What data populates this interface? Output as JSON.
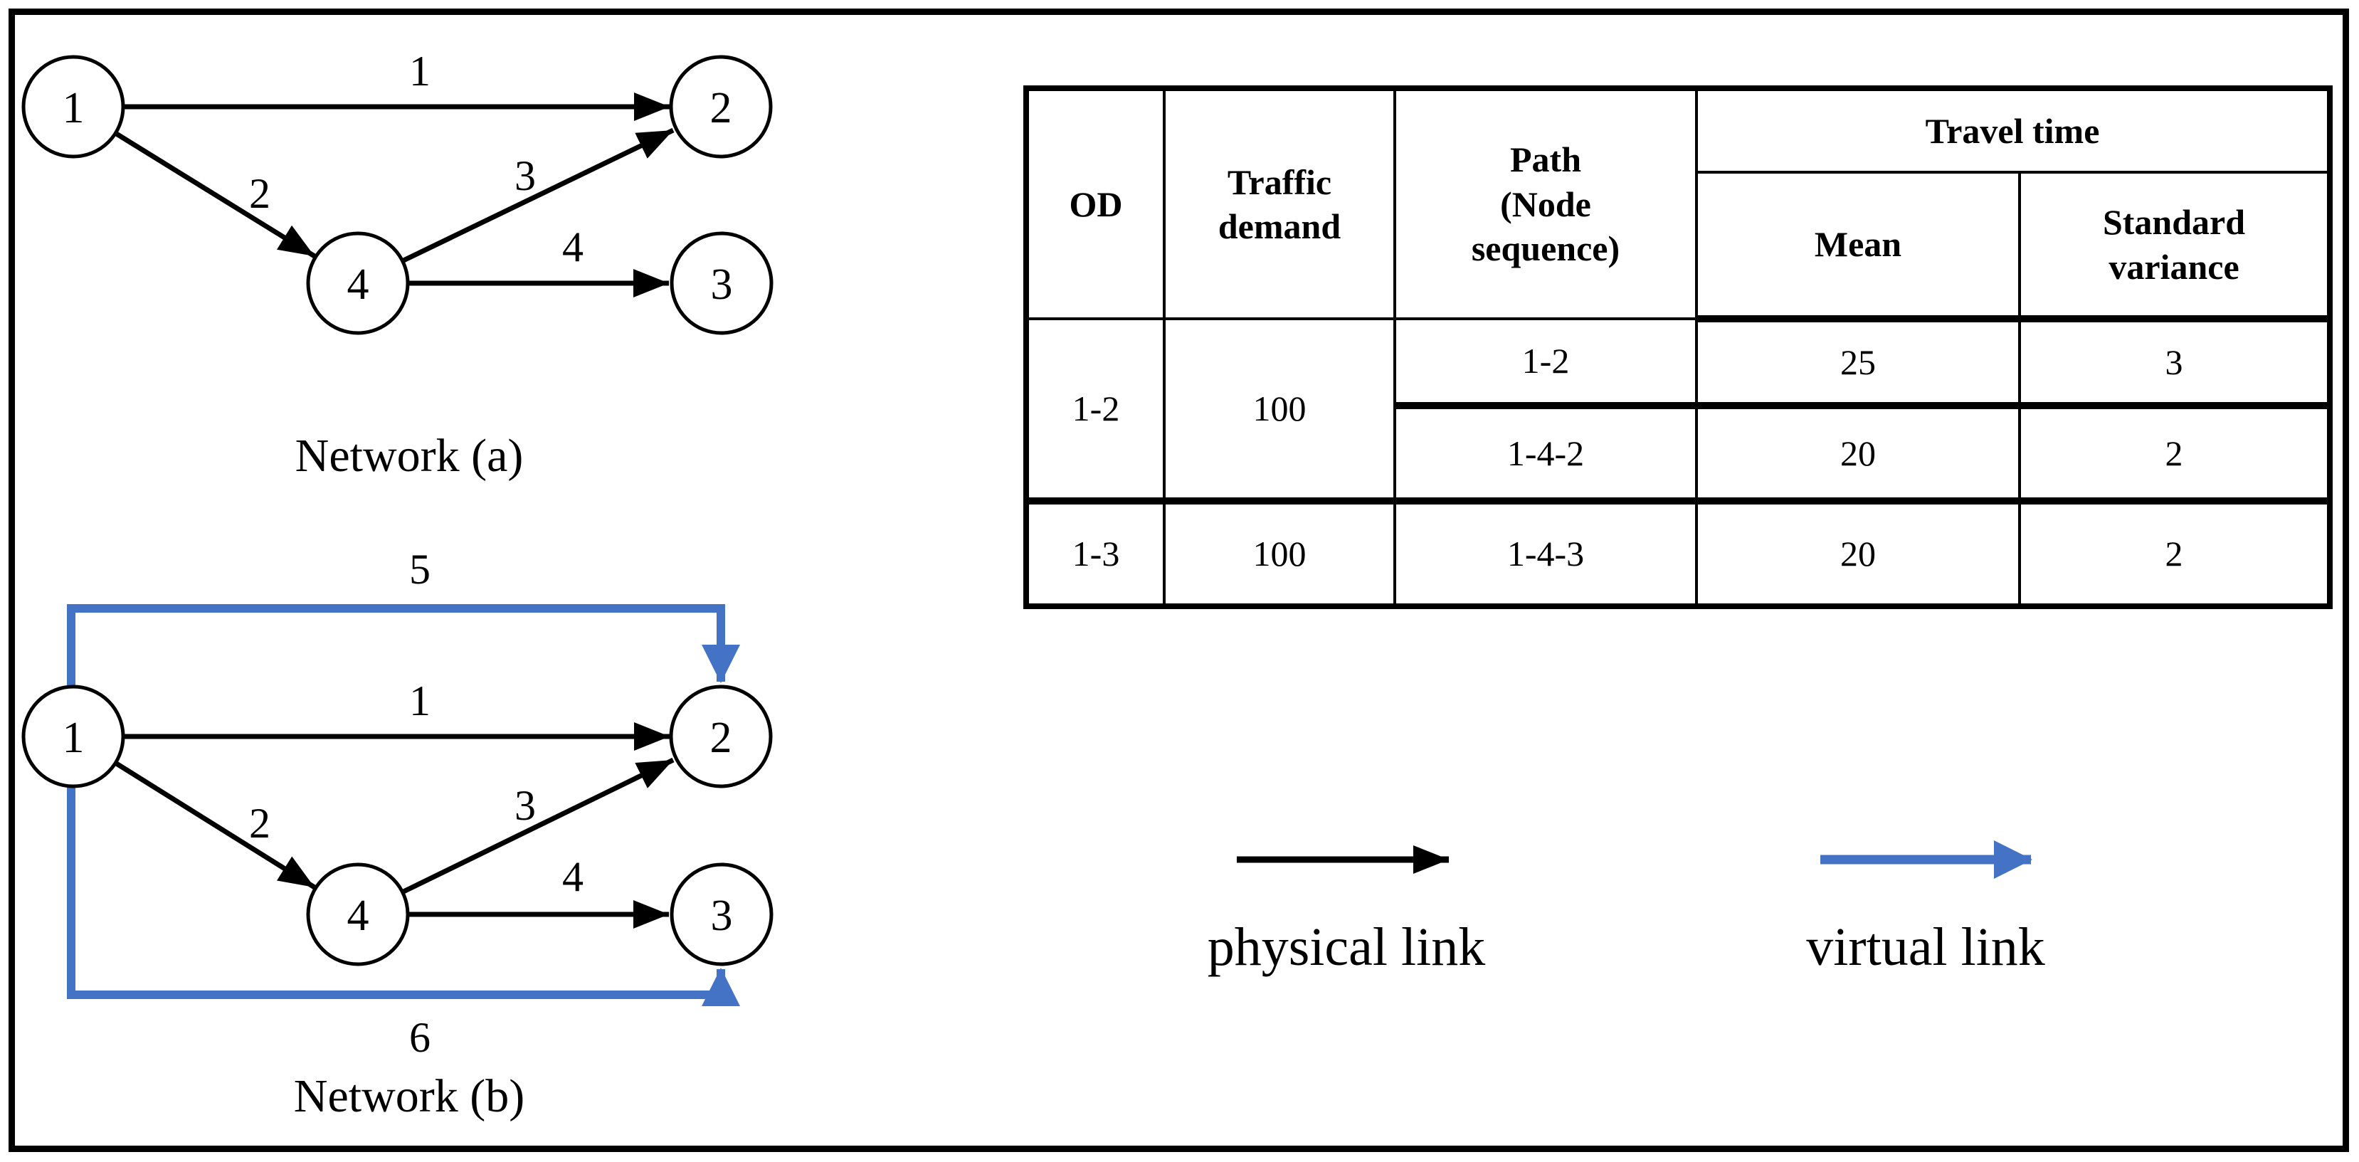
{
  "colors": {
    "ink": "#000000",
    "virtual_blue": "#4472C4"
  },
  "figure": {
    "network_a": {
      "caption": "Network (a)",
      "node_labels": {
        "n1": "1",
        "n2": "2",
        "n3": "3",
        "n4": "4"
      },
      "link_labels": {
        "link1": "1",
        "link2": "2",
        "link3": "3",
        "link4": "4"
      }
    },
    "network_b": {
      "caption": "Network (b)",
      "node_labels": {
        "n1": "1",
        "n2": "2",
        "n3": "3",
        "n4": "4"
      },
      "link_labels": {
        "link1": "1",
        "link2": "2",
        "link3": "3",
        "link4": "4",
        "link5": "5",
        "link6": "6"
      }
    }
  },
  "table": {
    "headers": {
      "od": "OD",
      "traffic_demand_lines": [
        "Traffic",
        "demand"
      ],
      "path_lines": [
        "Path",
        "(Node",
        "sequence)"
      ],
      "travel_time": "Travel time",
      "mean": "Mean",
      "standard_variance_lines": [
        "Standard",
        "variance"
      ]
    },
    "rows": [
      {
        "od": "1-2",
        "demand": "100",
        "paths": [
          {
            "path": "1-2",
            "mean": "25",
            "std": "3"
          },
          {
            "path": "1-4-2",
            "mean": "20",
            "std": "2"
          }
        ]
      },
      {
        "od": "1-3",
        "demand": "100",
        "paths": [
          {
            "path": "1-4-3",
            "mean": "20",
            "std": "2"
          }
        ]
      }
    ]
  },
  "legend": {
    "physical": {
      "label": "physical link"
    },
    "virtual": {
      "label": "virtual link"
    }
  }
}
